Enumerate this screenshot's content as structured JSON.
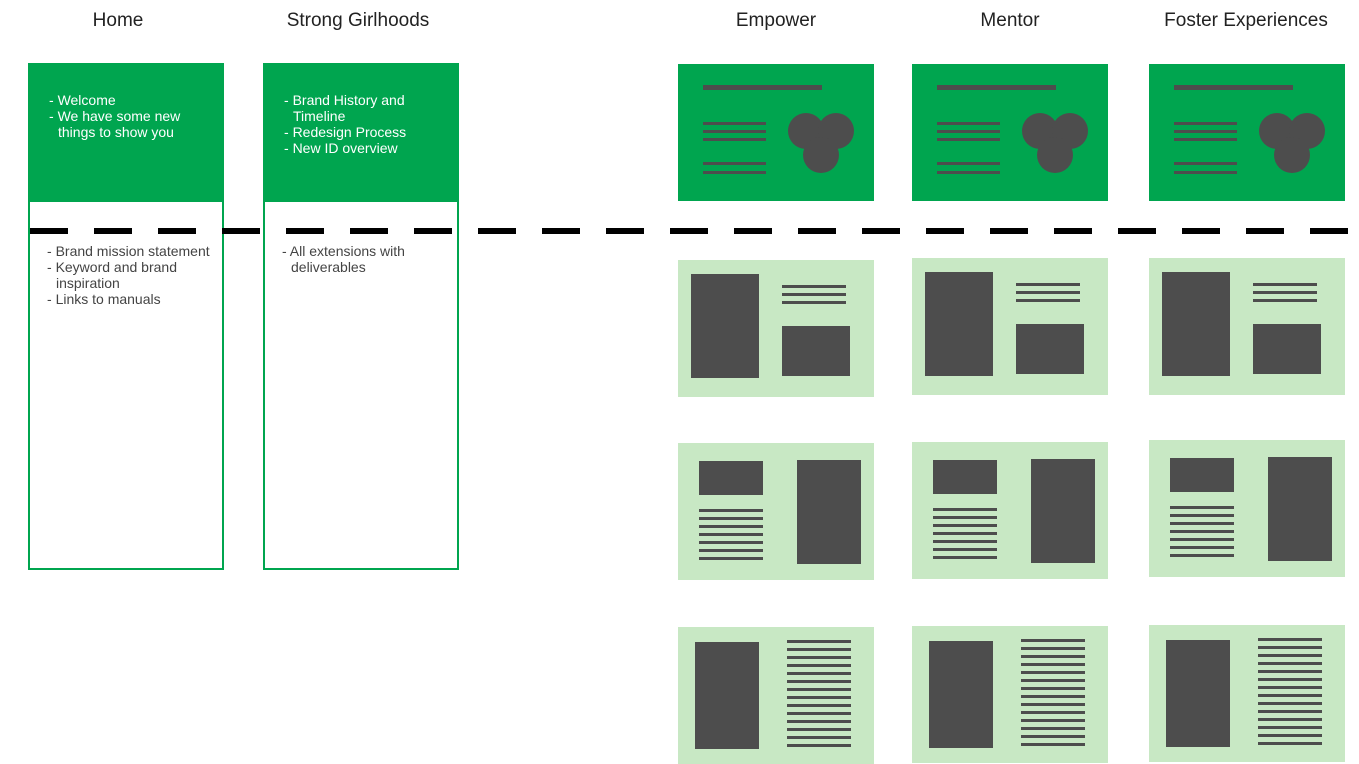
{
  "columns": {
    "home": {
      "title": "Home",
      "top_items": [
        "Welcome",
        "We have some new things to show you"
      ],
      "bottom_items": [
        "Brand mission statement",
        "Keyword and brand inspiration",
        "Links to manuals"
      ]
    },
    "strong_girlhoods": {
      "title": "Strong Girlhoods",
      "top_items": [
        "Brand History and Timeline",
        "Redesign Process",
        "New ID overview"
      ],
      "bottom_items": [
        "All extensions with deliverables"
      ]
    },
    "empower": {
      "title": "Empower"
    },
    "mentor": {
      "title": "Mentor"
    },
    "foster": {
      "title": "Foster Experiences"
    }
  },
  "colors": {
    "brand_green": "#00a54f",
    "light_green": "#c8e8c4",
    "placeholder_gray": "#4d4d4d",
    "divider": "#000000"
  }
}
